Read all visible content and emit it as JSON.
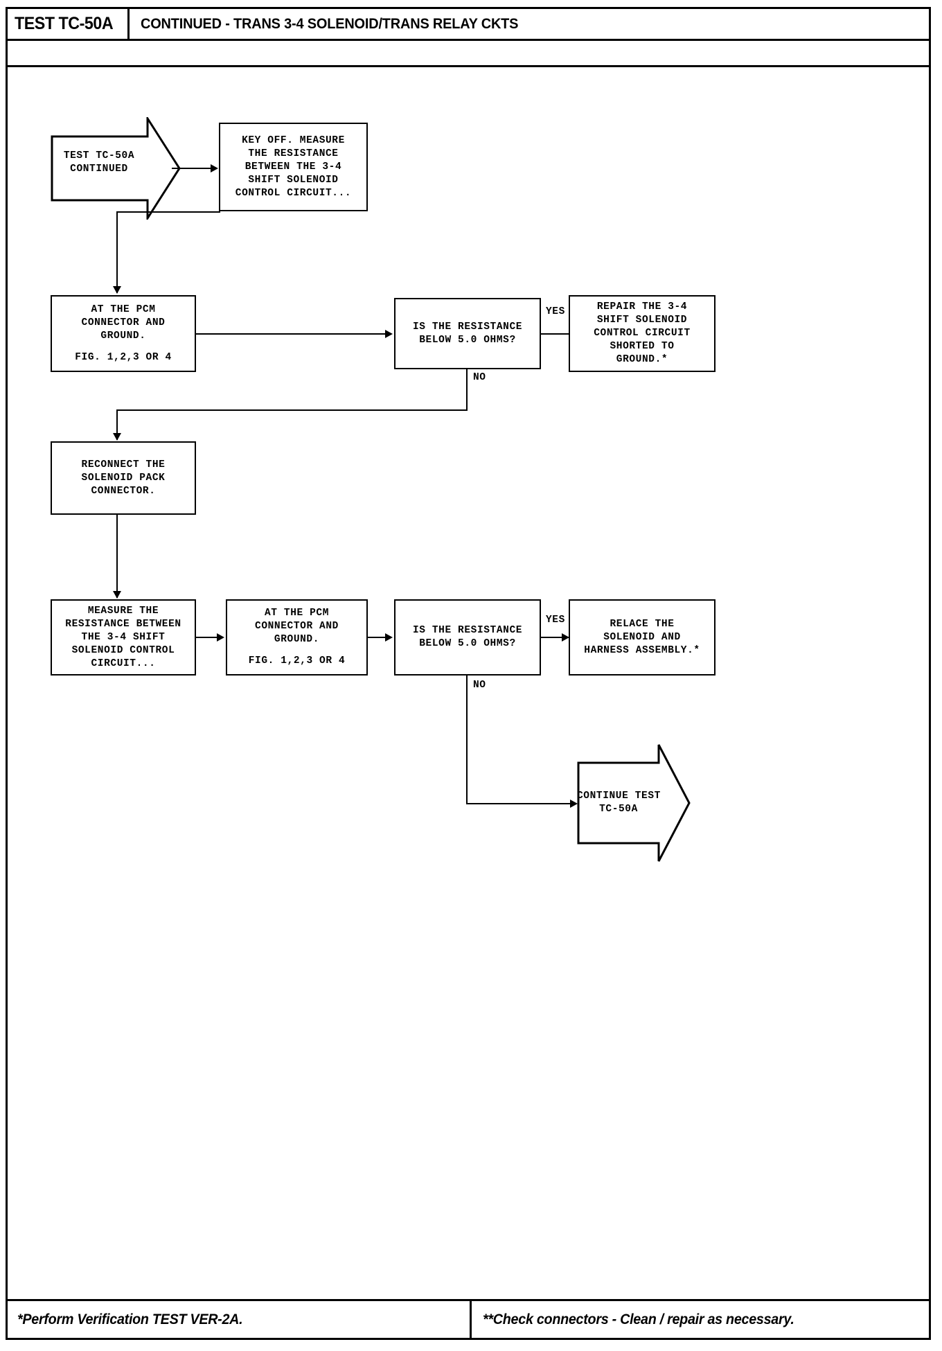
{
  "header": {
    "test_tag": "TEST TC-50A",
    "title": "CONTINUED - TRANS 3-4 SOLENOID/TRANS RELAY CKTS"
  },
  "footer": {
    "left_note": "*Perform Verification TEST VER-2A.",
    "right_note": "**Check connectors - Clean / repair as necessary."
  },
  "flow": {
    "start_terminator": "TEST TC-50A\nCONTINUED",
    "box_key_off": "KEY OFF. MEASURE\nTHE RESISTANCE\nBETWEEN THE 3-4\nSHIFT SOLENOID\nCONTROL CIRCUIT...",
    "box_pcm_ground_1": "AT THE PCM\nCONNECTOR AND\nGROUND.",
    "box_pcm_ground_1_fig": "FIG. 1,2,3 OR 4",
    "decision_1": "IS THE RESISTANCE\nBELOW 5.0 OHMS?",
    "result_repair": "REPAIR THE 3-4\nSHIFT SOLENOID\nCONTROL CIRCUIT\nSHORTED TO\nGROUND.*",
    "box_reconnect": "RECONNECT THE\nSOLENOID PACK\nCONNECTOR.",
    "box_measure_2": "MEASURE THE\nRESISTANCE BETWEEN\nTHE 3-4 SHIFT\nSOLENOID CONTROL\nCIRCUIT...",
    "box_pcm_ground_2": "AT THE PCM\nCONNECTOR AND\nGROUND.",
    "box_pcm_ground_2_fig": "FIG. 1,2,3 OR 4",
    "decision_2": "IS THE RESISTANCE\nBELOW 5.0 OHMS?",
    "result_replace": "RELACE THE\nSOLENOID AND\nHARNESS ASSEMBLY.*",
    "end_terminator": "CONTINUE TEST\nTC-50A",
    "label_yes_1": "YES",
    "label_no_1": "NO",
    "label_yes_2": "YES",
    "label_no_2": "NO"
  },
  "colors": {
    "ink": "#000000",
    "paper": "#ffffff"
  }
}
